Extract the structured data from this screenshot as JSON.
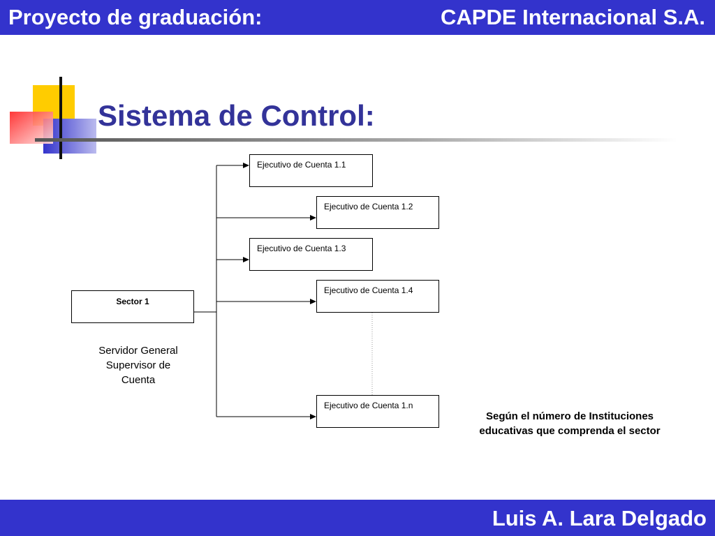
{
  "header": {
    "left_title": "Proyecto de graduación:",
    "right_title": "CAPDE Internacional S.A."
  },
  "slide": {
    "title": "Sistema de Control:"
  },
  "diagram": {
    "root": "Sector 1",
    "root_caption_lines": [
      "Servidor General",
      "Supervisor de",
      "Cuenta"
    ],
    "nodes": [
      "Ejecutivo de Cuenta 1.1",
      "Ejecutivo de Cuenta 1.2",
      "Ejecutivo de Cuenta 1.3",
      "Ejecutivo de Cuenta 1.4",
      "Ejecutivo de Cuenta 1.n"
    ],
    "note_lines": [
      "Según el número de Instituciones",
      "educativas que comprenda el sector"
    ]
  },
  "footer": {
    "author": "Luis A. Lara Delgado"
  },
  "colors": {
    "bar": "#3333cc",
    "title": "#333399",
    "logo_yellow": "#ffcc00",
    "logo_red": "#ff3333",
    "logo_blue": "#3333cc"
  }
}
